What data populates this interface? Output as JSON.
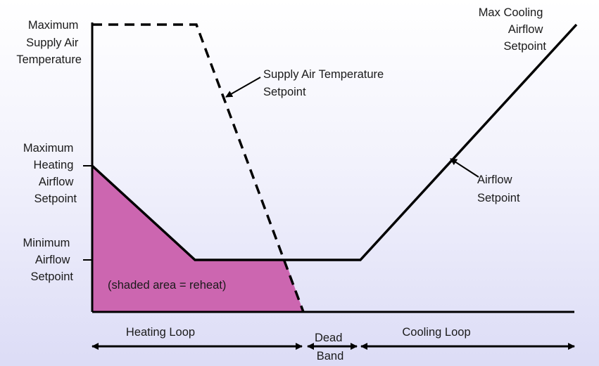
{
  "labels": {
    "max_supply_air_temp": [
      "Maximum",
      "Supply Air",
      "Temperature"
    ],
    "max_heating_airflow": [
      "Maximum",
      "Heating",
      "Airflow",
      "Setpoint"
    ],
    "min_airflow": [
      "Minimum",
      "Airflow",
      "Setpoint"
    ],
    "max_cooling_airflow": [
      "Max Cooling",
      "Airflow",
      "Setpoint"
    ],
    "supply_air_temp_setpoint": [
      "Supply Air Temperature",
      "Setpoint"
    ],
    "airflow_setpoint": [
      "Airflow",
      "Setpoint"
    ],
    "shaded_area_note": "(shaded area = reheat)",
    "heating_loop": "Heating Loop",
    "dead_band": [
      "Dead",
      "Band"
    ],
    "cooling_loop": "Cooling Loop"
  },
  "colors": {
    "reheat_fill": "#cc66b0",
    "line": "#000000",
    "background_top": "#ffffff",
    "background_bottom": "#dcdcf6"
  }
}
